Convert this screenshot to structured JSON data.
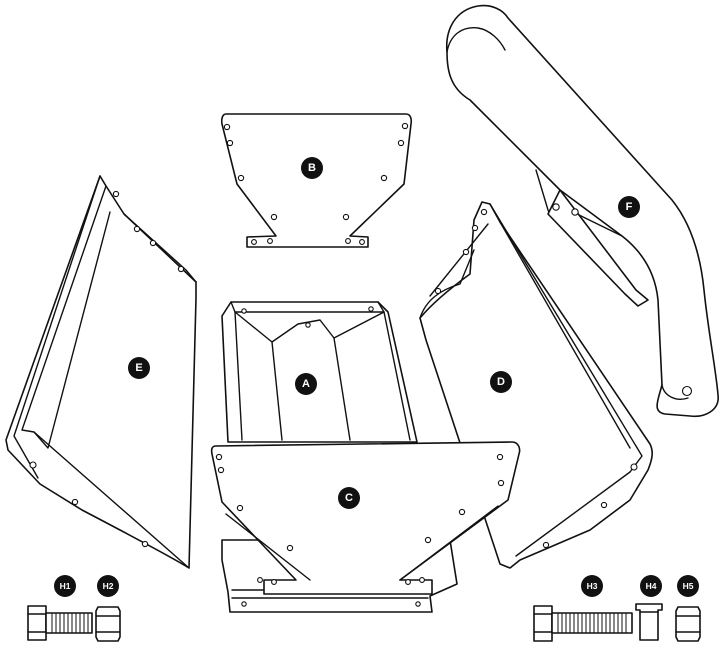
{
  "parts": {
    "a": {
      "label": "A"
    },
    "b": {
      "label": "B"
    },
    "c": {
      "label": "C"
    },
    "d": {
      "label": "D"
    },
    "e": {
      "label": "E"
    },
    "f": {
      "label": "F"
    }
  },
  "hardware": {
    "h1": {
      "label": "H1"
    },
    "h2": {
      "label": "H2"
    },
    "h3": {
      "label": "H3"
    },
    "h4": {
      "label": "H4"
    },
    "h5": {
      "label": "H5"
    }
  },
  "colors": {
    "stroke": "#111111",
    "badge": "#111111",
    "background": "#ffffff"
  }
}
